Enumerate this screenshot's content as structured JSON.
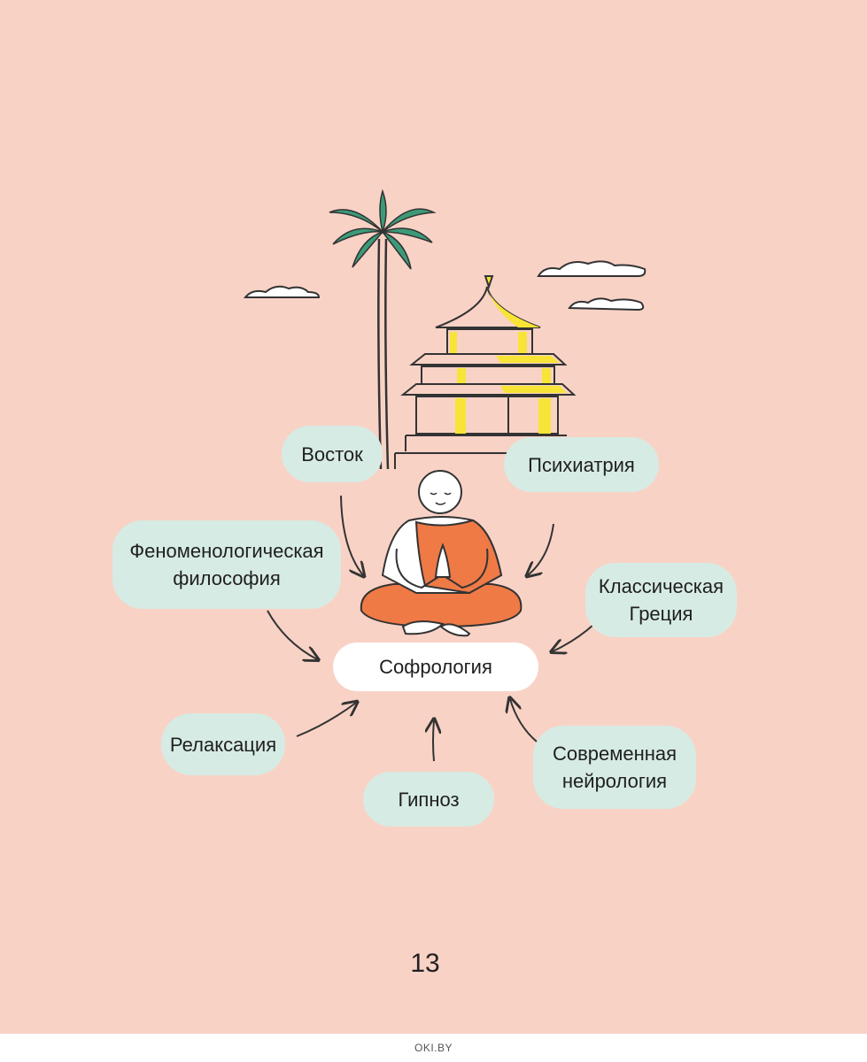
{
  "diagram": {
    "center": "Софрология",
    "sources": [
      {
        "id": "vostok",
        "label": "Восток"
      },
      {
        "id": "psikhiatriya",
        "label": "Психиатрия"
      },
      {
        "id": "fenomenologiya",
        "label": "Феноменологическая\nфилософия"
      },
      {
        "id": "gretsiya",
        "label": "Классическая\nГреция"
      },
      {
        "id": "relaksatsiya",
        "label": "Релаксация"
      },
      {
        "id": "gipnoz",
        "label": "Гипноз"
      },
      {
        "id": "neirologiya",
        "label": "Современная\nнейрология"
      }
    ]
  },
  "page_number": "13",
  "footer": "OKI.BY",
  "colors": {
    "background": "#f9d2c6",
    "bubble": "#d6ebe3",
    "center_bubble": "#ffffff",
    "robe": "#ef7a46",
    "temple_accent": "#f7e437",
    "palm_leaves": "#3d9a78"
  }
}
